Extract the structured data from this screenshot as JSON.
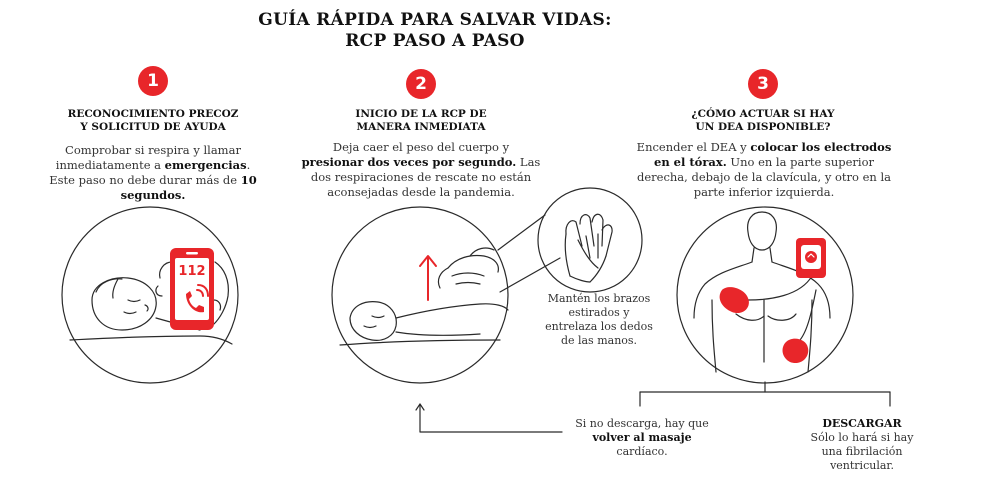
{
  "title": {
    "line1": "GUÍA RÁPIDA PARA SALVAR VIDAS:",
    "line2": "RCP PASO A PASO"
  },
  "colors": {
    "accent": "#e8262a",
    "ink": "#222222"
  },
  "steps": [
    {
      "number": "1",
      "heading_line1": "RECONOCIMIENTO PRECOZ",
      "heading_line2": "Y SOLICITUD DE AYUDA",
      "text_a": "Comprobar si respira y llamar inmediatamente a ",
      "text_b": "emergencias",
      "text_c": ". Este paso no debe durar más de ",
      "text_d": "10 segundos.",
      "phone_number": "112",
      "icon": "phone-call-icon"
    },
    {
      "number": "2",
      "heading_line1": "INICIO DE LA RCP DE",
      "heading_line2": "MANERA INMEDIATA",
      "text_a": "Deja caer el peso del cuerpo y ",
      "text_b": "presionar dos veces por segundo.",
      "text_c": " Las dos respiraciones de rescate no están aconsejadas desde la pandemia.",
      "inset_caption": "Mantén los brazos estirados y entrelaza los dedos de las manos.",
      "icon": "up-arrow-icon"
    },
    {
      "number": "3",
      "heading_line1": "¿CÓMO ACTUAR SI HAY",
      "heading_line2": "UN DEA DISPONIBLE?",
      "text_a": "Encender el DEA y ",
      "text_b": "colocar los electrodos en el tórax.",
      "text_c": " Uno en la parte superior derecha, debajo de la clavícula, y otro en la parte inferior izquierda.",
      "icon": "defibrillator-icon"
    }
  ],
  "outcomes": {
    "no_shock_a": "Si no descarga, hay que ",
    "no_shock_b": "volver al masaje",
    "no_shock_c": " cardíaco.",
    "shock_title": "DESCARGAR",
    "shock_text": "Sólo lo hará si hay una fibrilación ventricular."
  }
}
